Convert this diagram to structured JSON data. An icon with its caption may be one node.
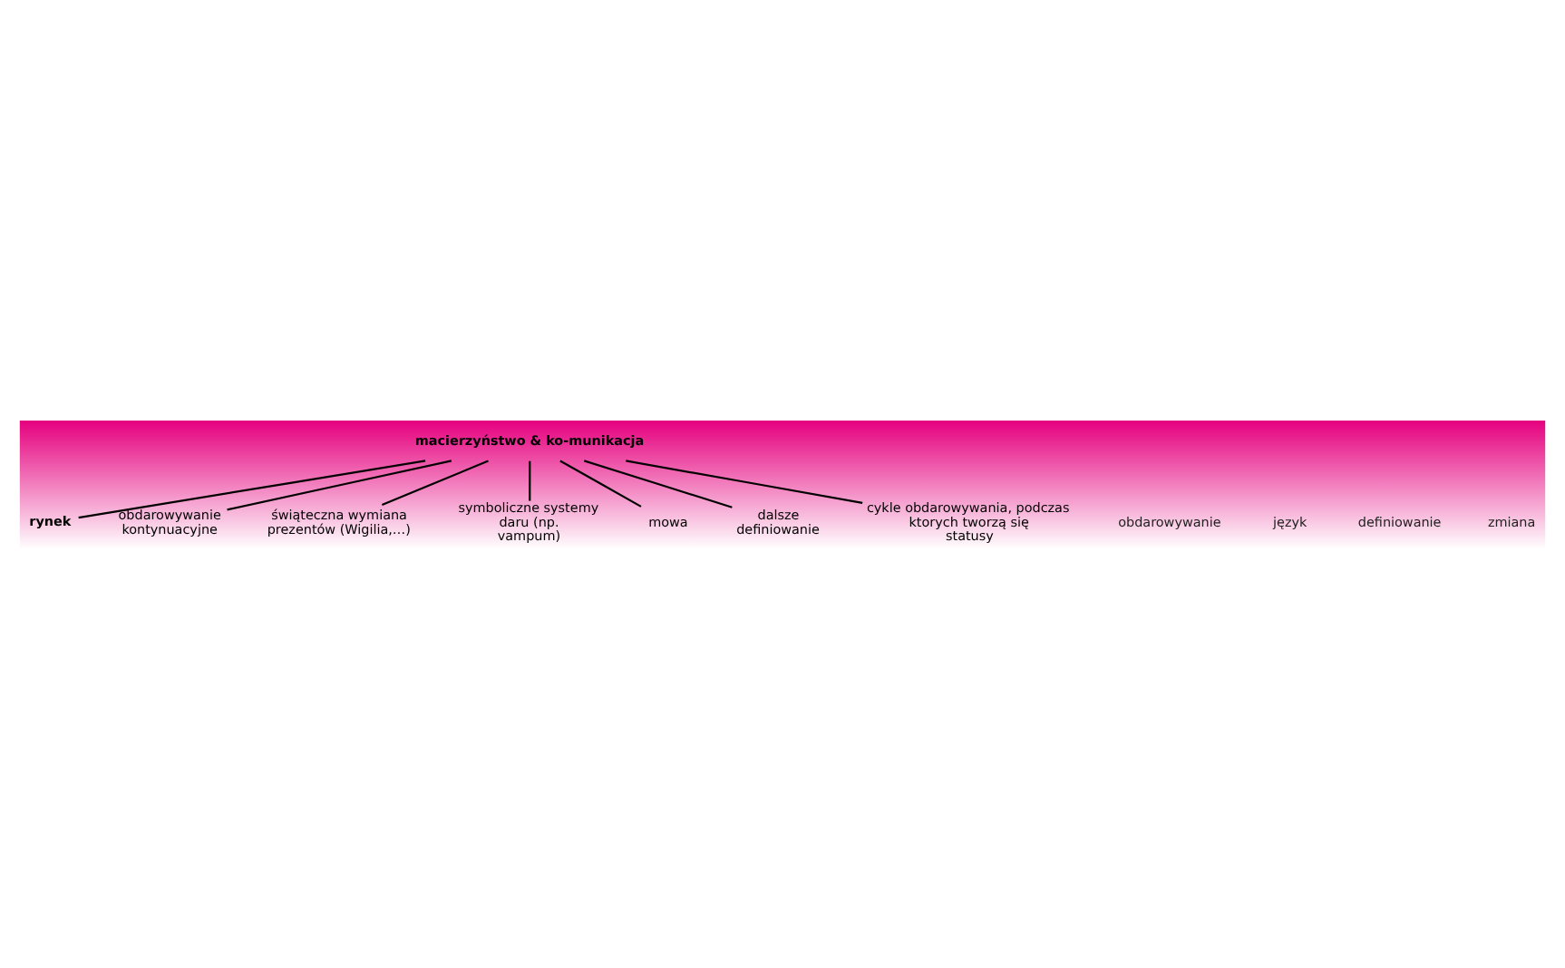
{
  "diagram": {
    "nodes": [
      {
        "text": [
          "macierzyństwo & ko-munikacja"
        ]
      },
      {
        "text": [
          "rynek"
        ]
      },
      {
        "text": [
          "obdarowywanie kontynuacyjne"
        ]
      },
      {
        "text": [
          "świąteczna wymiana prezentów (Wigilia,…)"
        ]
      },
      {
        "text": [
          "symboliczne systemy daru (np. vampum)"
        ]
      },
      {
        "text": [
          "mowa"
        ]
      },
      {
        "text": [
          "dalsze definiowanie"
        ]
      },
      {
        "text": [
          "cykle obdarowywania, podczas ktorych tworzą się statusy"
        ]
      }
    ],
    "edges": [
      {
        "from": 0,
        "to": 2,
        "arrow": "none"
      },
      {
        "from": 0,
        "to": 4,
        "arrow": "none"
      },
      {
        "from": 0,
        "to": 5,
        "arrow": "none"
      },
      {
        "from": 0,
        "to": 6,
        "arrow": "none"
      },
      {
        "from": 0,
        "to": 7,
        "arrow": "none"
      },
      {
        "from": 0,
        "to": 3,
        "arrow": "none"
      },
      {
        "from": 0,
        "to": 1,
        "arrow": "none"
      }
    ],
    "labels": [
      "obdarowywanie",
      "język",
      "definiowanie",
      "zmiana"
    ]
  }
}
